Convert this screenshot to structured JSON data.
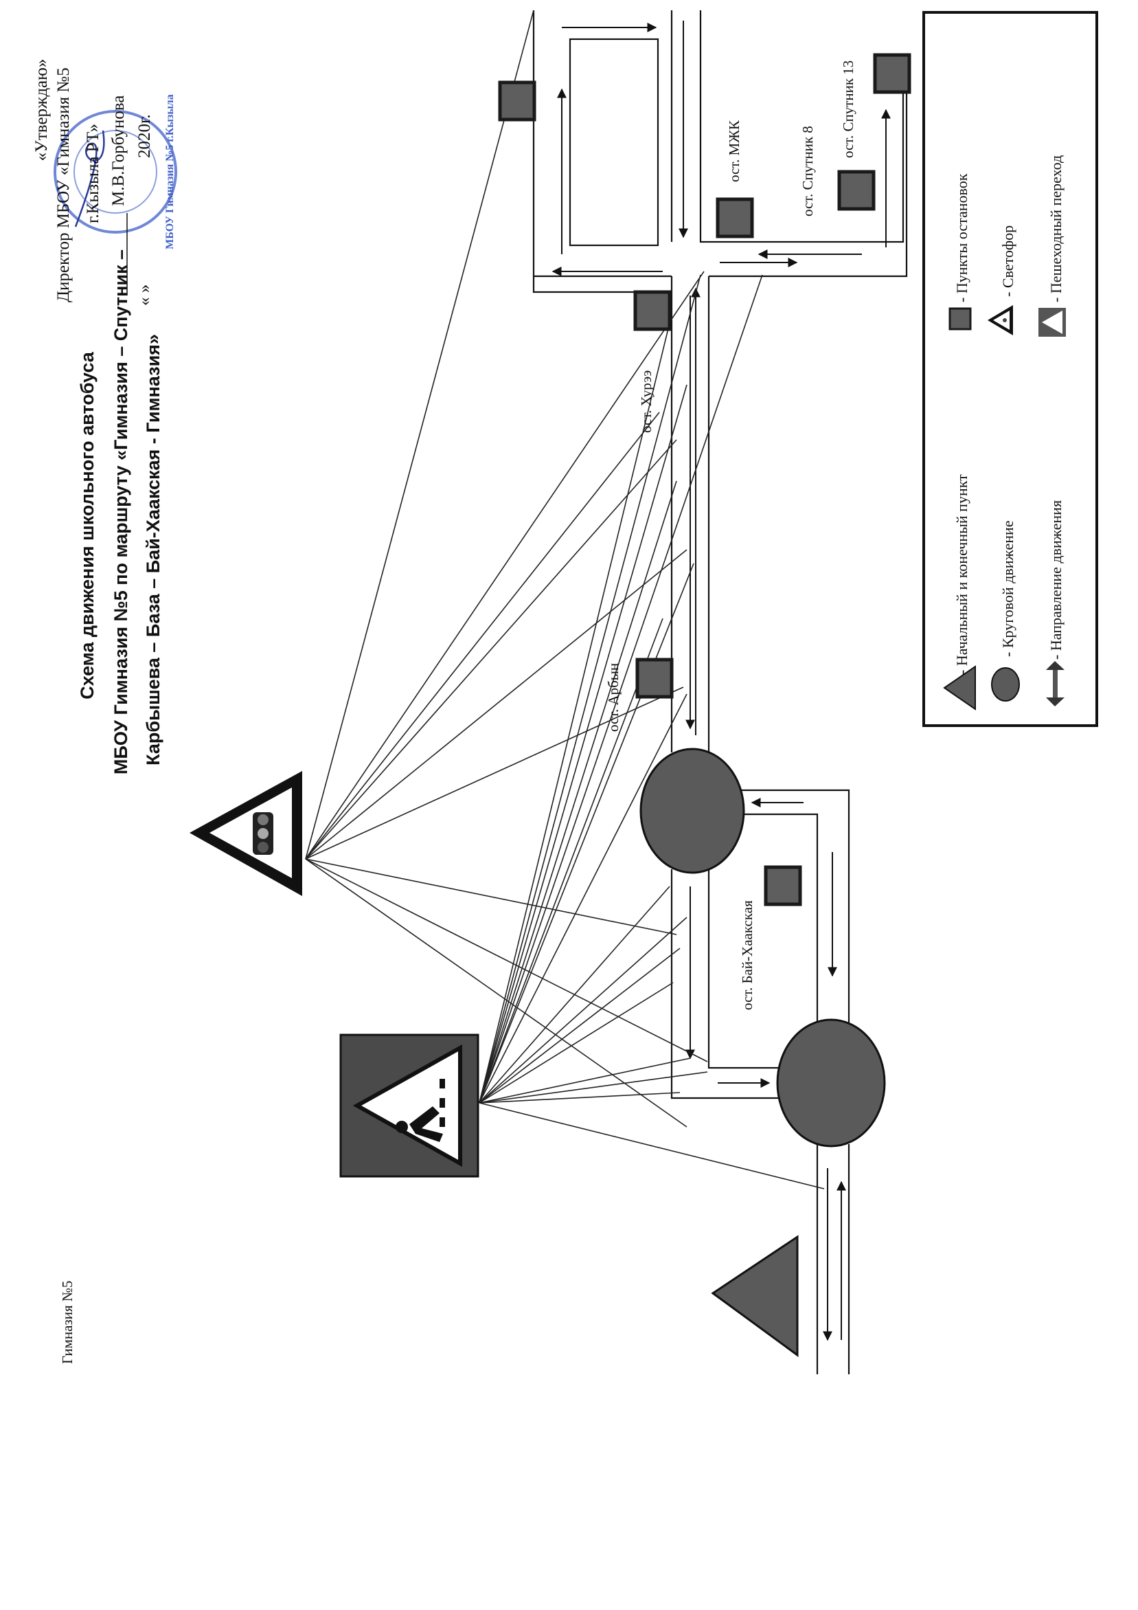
{
  "approval": {
    "line1": "«Утверждаю»",
    "line2": "Директор МБОУ «Гимназия №5",
    "line3": "г.Кызыла РТ»",
    "line4": "М.В.Горбунова",
    "date_quote": "«     »",
    "date_year": "2020г.",
    "stamp_text": "МБОУ Гимназия №5 г.Кызыла"
  },
  "title": {
    "line1": "Схема движения школьного автобуса",
    "line2": "МБОУ Гимназия №5 по маршруту «Гимназия – Спутник –",
    "line3": "Карбышева – База – Бай-Хаакская - Гимназия»"
  },
  "stops": {
    "mzhk": "ост. МЖК",
    "sputnik8": "ост. Спутник 8",
    "sputnik13": "ост. Спутник 13",
    "khuree": "ост. Хурээ",
    "arbyn": "ост. Арбын",
    "bai_khaakskaya": "ост. Бай-Хаакская",
    "gymnasium": "Гимназия №5"
  },
  "legend": {
    "start_end": "- Начальный и конечный пункт",
    "stops": "- Пункты остановок",
    "roundabout": "- Круговой движение",
    "traffic_light": "- Светофор",
    "direction": "- Направление движения",
    "crosswalk": "- Пешеходный переход"
  },
  "colors": {
    "stamp": "#3f5fc8",
    "marker": "#5e5e5e",
    "ink": "#111111"
  }
}
